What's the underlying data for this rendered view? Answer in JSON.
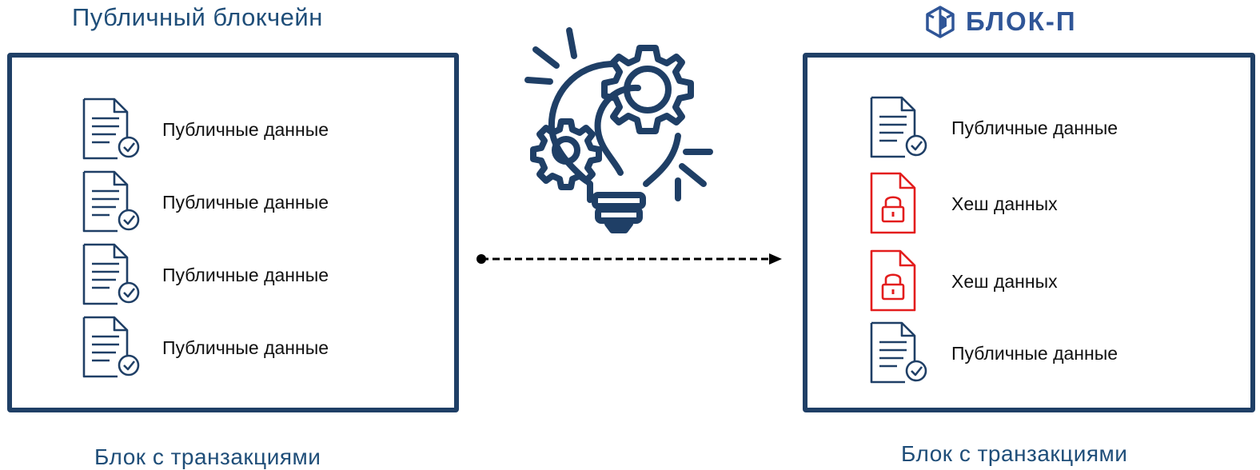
{
  "left": {
    "title": "Публичный блокчейн",
    "items": [
      {
        "label": "Публичные данные",
        "icon": "document-check-icon"
      },
      {
        "label": "Публичные данные",
        "icon": "document-check-icon"
      },
      {
        "label": "Публичные данные",
        "icon": "document-check-icon"
      },
      {
        "label": "Публичные данные",
        "icon": "document-check-icon"
      }
    ],
    "caption": "Блок с транзакциями"
  },
  "right": {
    "logo_text": "БЛОК-П",
    "items": [
      {
        "label": "Публичные данные",
        "icon": "document-check-icon"
      },
      {
        "label": "Хеш данных",
        "icon": "document-lock-icon"
      },
      {
        "label": "Хеш данных",
        "icon": "document-lock-icon"
      },
      {
        "label": "Публичные данные",
        "icon": "document-check-icon"
      }
    ],
    "caption": "Блок с транзакциями"
  },
  "center": {
    "icon": "lightbulb-gears-icon",
    "arrow": "dashed-arrow-right"
  },
  "colors": {
    "navy": "#1f3f66",
    "title_blue": "#1f4e79",
    "logo_blue": "#2f5597",
    "lock_red": "#e31d1d"
  }
}
